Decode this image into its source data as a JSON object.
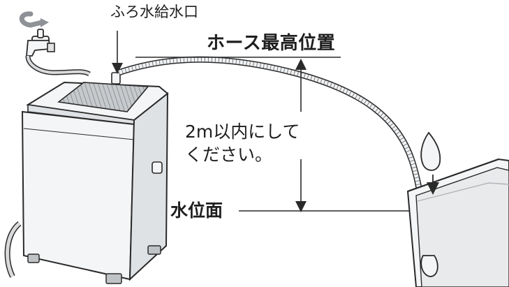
{
  "labels": {
    "inlet": "ふろ水給水口",
    "hose_max": "ホース最高位置",
    "limit_line1": "2m以内にして",
    "limit_line2": "ください。",
    "water_level": "水位面"
  },
  "colors": {
    "outline": "#2a2a2a",
    "machine_body": "#f4f5f6",
    "machine_shade": "#dfe2e5",
    "lid": "#b9bdc2",
    "tub_water": "#e9eaec",
    "arrow": "#2a2a2a",
    "tap_arrow": "#8e9296"
  },
  "icons": [
    "rotate-arrow-icon",
    "faucet-icon",
    "washing-machine",
    "bath-tub",
    "hose",
    "pump-strainer"
  ]
}
